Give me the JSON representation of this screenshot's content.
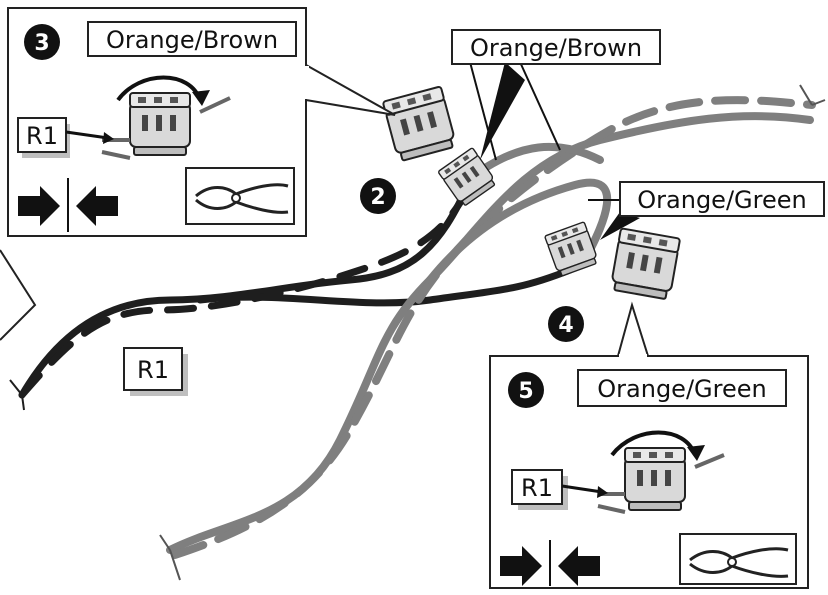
{
  "labels": {
    "inset_top_wire": "Orange/Brown",
    "callout_wire_1": "Orange/Brown",
    "callout_wire_2": "Orange/Green",
    "inset_bottom_wire": "Orange/Green",
    "cable_r1_main": "R1",
    "cable_r1_inset_top": "R1",
    "cable_r1_inset_bottom": "R1"
  },
  "steps": {
    "step_2": "2",
    "step_3": "3",
    "step_4": "4",
    "step_5": "5"
  },
  "icons": {
    "push_together": "push-together-arrows-icon",
    "pliers": "pliers-icon",
    "connector": "idc-connector-icon",
    "rotate": "rotate-arrow-icon"
  },
  "colors": {
    "cable_dark": "#1e1e1e",
    "cable_gray": "#7f7f7f",
    "connector_fill": "#d9d9d9",
    "label_shadow": "#bfbfbf"
  }
}
